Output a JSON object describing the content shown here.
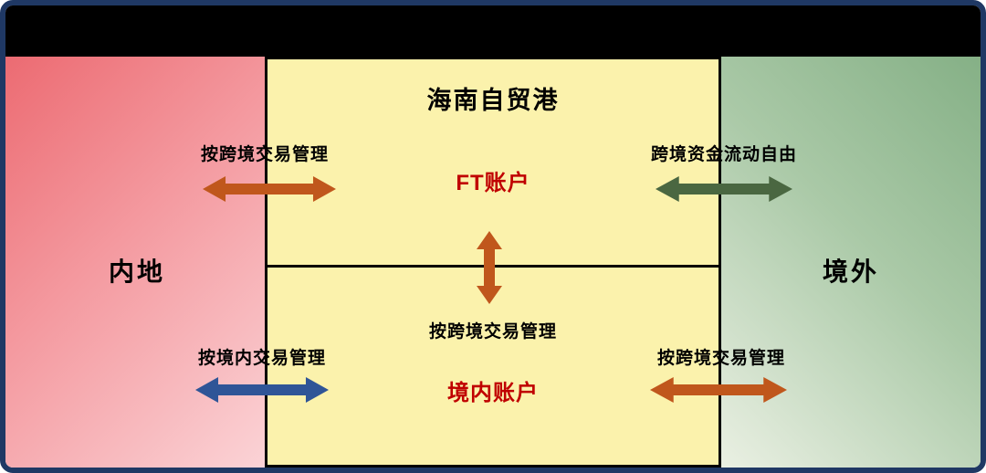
{
  "zones": {
    "mainland": {
      "label": "内地"
    },
    "hainan": {
      "title": "海南自贸港"
    },
    "overseas": {
      "label": "境外"
    }
  },
  "accounts": {
    "ft": {
      "label": "FT账户"
    },
    "domestic": {
      "label": "境内账户"
    }
  },
  "arrows": {
    "top_left": {
      "label": "按跨境交易管理",
      "color": "orange",
      "orientation": "horizontal"
    },
    "top_right": {
      "label": "跨境资金流动自由",
      "color": "dark-green",
      "orientation": "horizontal"
    },
    "center_vertical": {
      "label": "按跨境交易管理",
      "color": "orange",
      "orientation": "vertical"
    },
    "bottom_left": {
      "label": "按境内交易管理",
      "color": "blue",
      "orientation": "horizontal"
    },
    "bottom_right": {
      "label": "按跨境交易管理",
      "color": "orange",
      "orientation": "horizontal"
    }
  },
  "colors": {
    "frame_border": "#1f3864",
    "topbar_bg": "#000000",
    "box_border": "#000000",
    "accent_red": "#c00000",
    "arrow_orange": "#c0571c",
    "arrow_green": "#4a6741",
    "arrow_blue": "#2f5597",
    "zone_yellow": "#fbf2ac",
    "pink_start": "#ec6b72",
    "pink_end": "#fbd3d6",
    "green_start": "#eaf0e3",
    "green_end": "#85b086"
  }
}
